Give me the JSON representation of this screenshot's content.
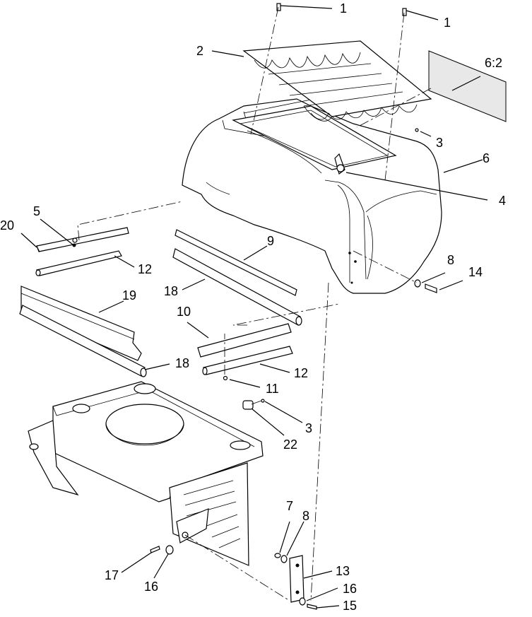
{
  "callouts": [
    {
      "id": "c1a",
      "text": "1"
    },
    {
      "id": "c1b",
      "text": "1"
    },
    {
      "id": "c2",
      "text": "2"
    },
    {
      "id": "c6_2",
      "text": "6:2"
    },
    {
      "id": "c3a",
      "text": "3"
    },
    {
      "id": "c6",
      "text": "6"
    },
    {
      "id": "c4",
      "text": "4"
    },
    {
      "id": "c5",
      "text": "5"
    },
    {
      "id": "c20",
      "text": "20"
    },
    {
      "id": "c9",
      "text": "9"
    },
    {
      "id": "c12a",
      "text": "12"
    },
    {
      "id": "c8a",
      "text": "8"
    },
    {
      "id": "c14",
      "text": "14"
    },
    {
      "id": "c19",
      "text": "19"
    },
    {
      "id": "c18a",
      "text": "18"
    },
    {
      "id": "c10",
      "text": "10"
    },
    {
      "id": "c18b",
      "text": "18"
    },
    {
      "id": "c12b",
      "text": "12"
    },
    {
      "id": "c11",
      "text": "11"
    },
    {
      "id": "c3b",
      "text": "3"
    },
    {
      "id": "c22",
      "text": "22"
    },
    {
      "id": "c7",
      "text": "7"
    },
    {
      "id": "c8b",
      "text": "8"
    },
    {
      "id": "c13",
      "text": "13"
    },
    {
      "id": "c16a",
      "text": "16"
    },
    {
      "id": "c17",
      "text": "17"
    },
    {
      "id": "c16b",
      "text": "16"
    },
    {
      "id": "c15",
      "text": "15"
    }
  ]
}
